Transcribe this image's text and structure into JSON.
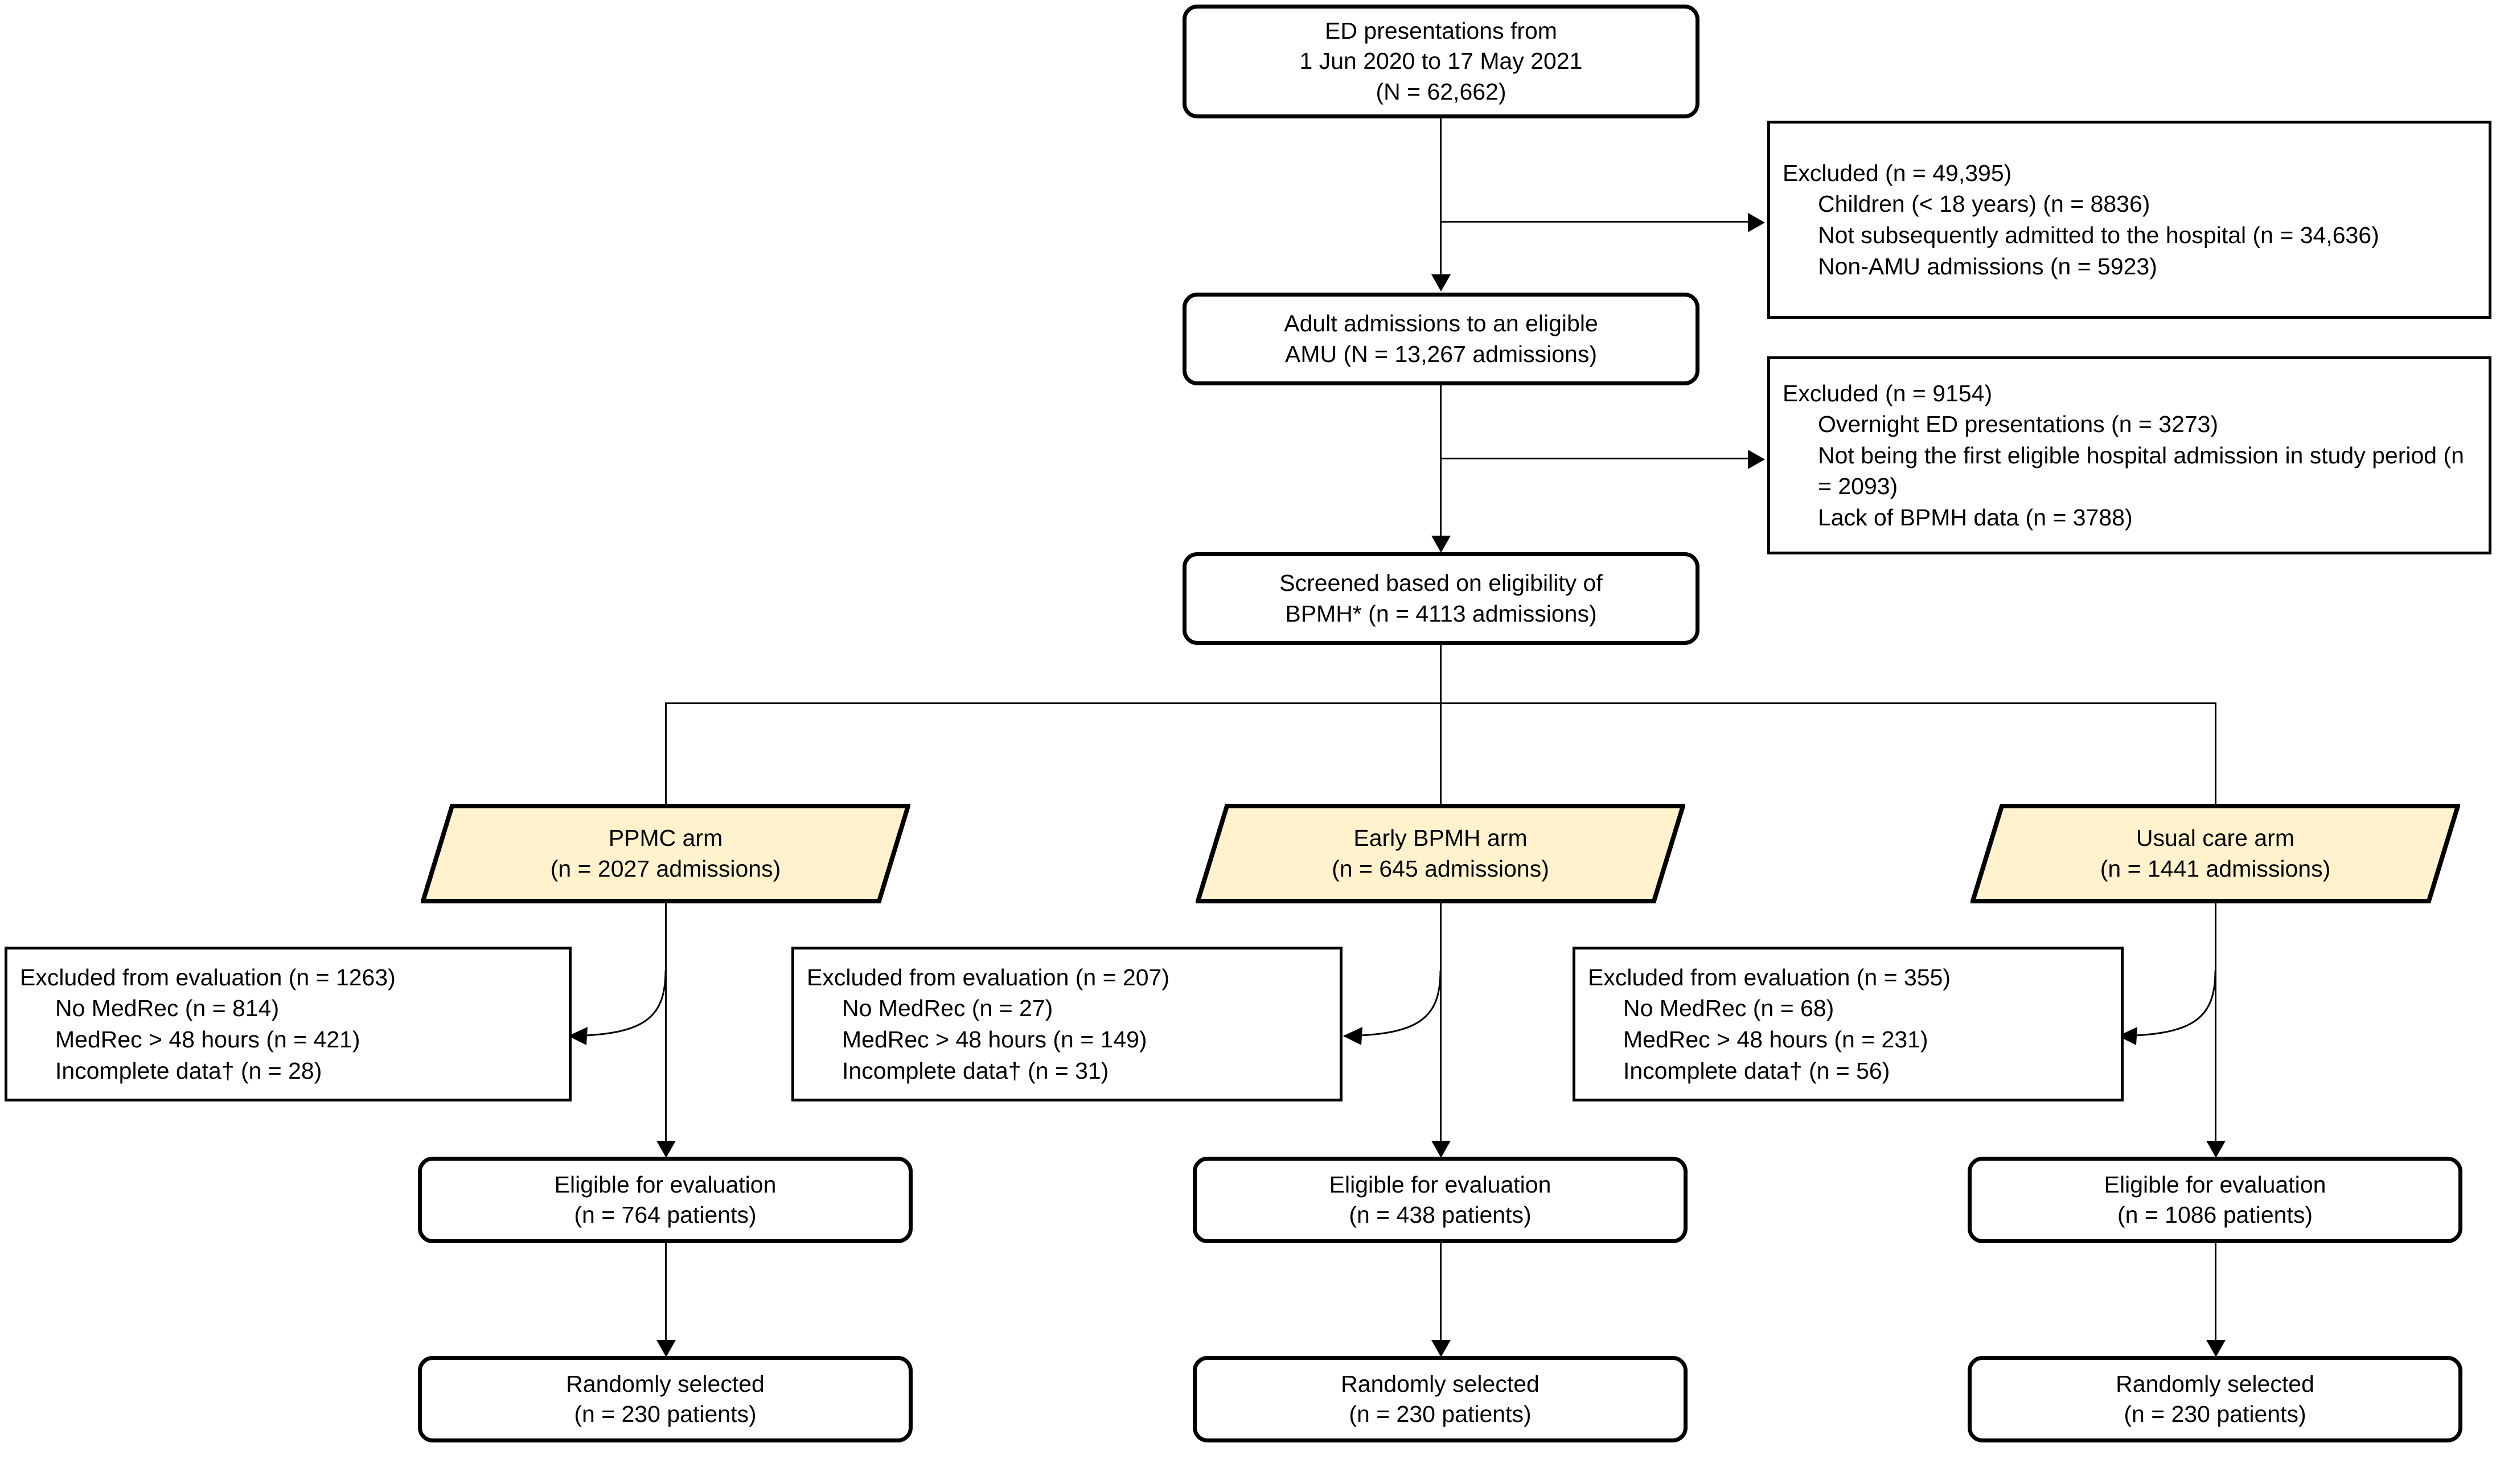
{
  "diagram": {
    "type": "flowchart",
    "title": "Study participant flow diagram",
    "accent_fill": "#FFF2CC",
    "stroke": "#000000",
    "background": "#FFFFFF"
  },
  "nodes": {
    "ed_presentations": {
      "line1": "ED presentations from",
      "line2": "1 Jun 2020 to 17 May 2021",
      "line3": "(N = 62,662)"
    },
    "adult_admissions": {
      "line1": "Adult admissions to an eligible",
      "line2": "AMU (N = 13,267 admissions)"
    },
    "screened": {
      "line1": "Screened based on eligibility of",
      "line2": "BPMH* (n = 4113 admissions)"
    }
  },
  "exclusions_top": {
    "first": {
      "header": "Excluded (n = 49,395)",
      "items": [
        "Children (< 18 years) (n = 8836)",
        "Not subsequently admitted to the hospital (n = 34,636)",
        "Non-AMU admissions (n = 5923)"
      ]
    },
    "second": {
      "header": "Excluded (n = 9154)",
      "items": [
        "Overnight ED presentations (n = 3273)",
        "Not being the first eligible hospital admission in study period (n = 2093)",
        "Lack of BPMH data (n = 3788)"
      ]
    }
  },
  "arms": [
    {
      "id": "ppmc",
      "name": "PPMC arm",
      "count": "(n = 2027 admissions)",
      "excluded": {
        "header": "Excluded from evaluation (n = 1263)",
        "items": [
          "No MedRec (n = 814)",
          "MedRec > 48 hours (n = 421)",
          "Incomplete data† (n = 28)"
        ]
      },
      "eligible": {
        "line1": "Eligible for evaluation",
        "line2": "(n = 764 patients)"
      },
      "randomly_selected": {
        "line1": "Randomly selected",
        "line2": "(n = 230 patients)"
      }
    },
    {
      "id": "early-bpmh",
      "name": "Early BPMH arm",
      "count": "(n = 645 admissions)",
      "excluded": {
        "header": "Excluded from evaluation (n = 207)",
        "items": [
          "No MedRec (n = 27)",
          "MedRec > 48 hours (n = 149)",
          "Incomplete data† (n = 31)"
        ]
      },
      "eligible": {
        "line1": "Eligible for evaluation",
        "line2": "(n = 438 patients)"
      },
      "randomly_selected": {
        "line1": "Randomly selected",
        "line2": "(n = 230 patients)"
      }
    },
    {
      "id": "usual-care",
      "name": "Usual care arm",
      "count": "(n = 1441 admissions)",
      "excluded": {
        "header": "Excluded from evaluation (n = 355)",
        "items": [
          "No MedRec (n = 68)",
          "MedRec > 48 hours (n = 231)",
          "Incomplete data† (n = 56)"
        ]
      },
      "eligible": {
        "line1": "Eligible for evaluation",
        "line2": "(n = 1086 patients)"
      },
      "randomly_selected": {
        "line1": "Randomly selected",
        "line2": "(n = 230 patients)"
      }
    }
  ],
  "chart_data": {
    "type": "table",
    "title": "Participant flow (CONSORT-style)",
    "stages": [
      {
        "label": "ED presentations from 1 Jun 2020 to 17 May 2021",
        "n": 62662,
        "unit": "presentations"
      },
      {
        "label": "Adult admissions to an eligible AMU",
        "n": 13267,
        "unit": "admissions"
      },
      {
        "label": "Screened based on eligibility of BPMH",
        "n": 4113,
        "unit": "admissions"
      }
    ],
    "exclusions": [
      {
        "after_stage": "ED presentations",
        "total": 49395,
        "reasons": [
          {
            "reason": "Children (< 18 years)",
            "n": 8836
          },
          {
            "reason": "Not subsequently admitted to the hospital",
            "n": 34636
          },
          {
            "reason": "Non-AMU admissions",
            "n": 5923
          }
        ]
      },
      {
        "after_stage": "Adult admissions to an eligible AMU",
        "total": 9154,
        "reasons": [
          {
            "reason": "Overnight ED presentations",
            "n": 3273
          },
          {
            "reason": "Not being the first eligible hospital admission in study period",
            "n": 2093
          },
          {
            "reason": "Lack of BPMH data",
            "n": 3788
          }
        ]
      }
    ],
    "arms": [
      {
        "arm": "PPMC arm",
        "allocated_admissions": 2027,
        "excluded_total": 1263,
        "excluded_reasons": [
          {
            "reason": "No MedRec",
            "n": 814
          },
          {
            "reason": "MedRec > 48 hours",
            "n": 421
          },
          {
            "reason": "Incomplete data",
            "n": 28
          }
        ],
        "eligible_patients": 764,
        "randomly_selected_patients": 230
      },
      {
        "arm": "Early BPMH arm",
        "allocated_admissions": 645,
        "excluded_total": 207,
        "excluded_reasons": [
          {
            "reason": "No MedRec",
            "n": 27
          },
          {
            "reason": "MedRec > 48 hours",
            "n": 149
          },
          {
            "reason": "Incomplete data",
            "n": 31
          }
        ],
        "eligible_patients": 438,
        "randomly_selected_patients": 230
      },
      {
        "arm": "Usual care arm",
        "allocated_admissions": 1441,
        "excluded_total": 355,
        "excluded_reasons": [
          {
            "reason": "No MedRec",
            "n": 68
          },
          {
            "reason": "MedRec > 48 hours",
            "n": 231
          },
          {
            "reason": "Incomplete data",
            "n": 56
          }
        ],
        "eligible_patients": 1086,
        "randomly_selected_patients": 230
      }
    ]
  }
}
